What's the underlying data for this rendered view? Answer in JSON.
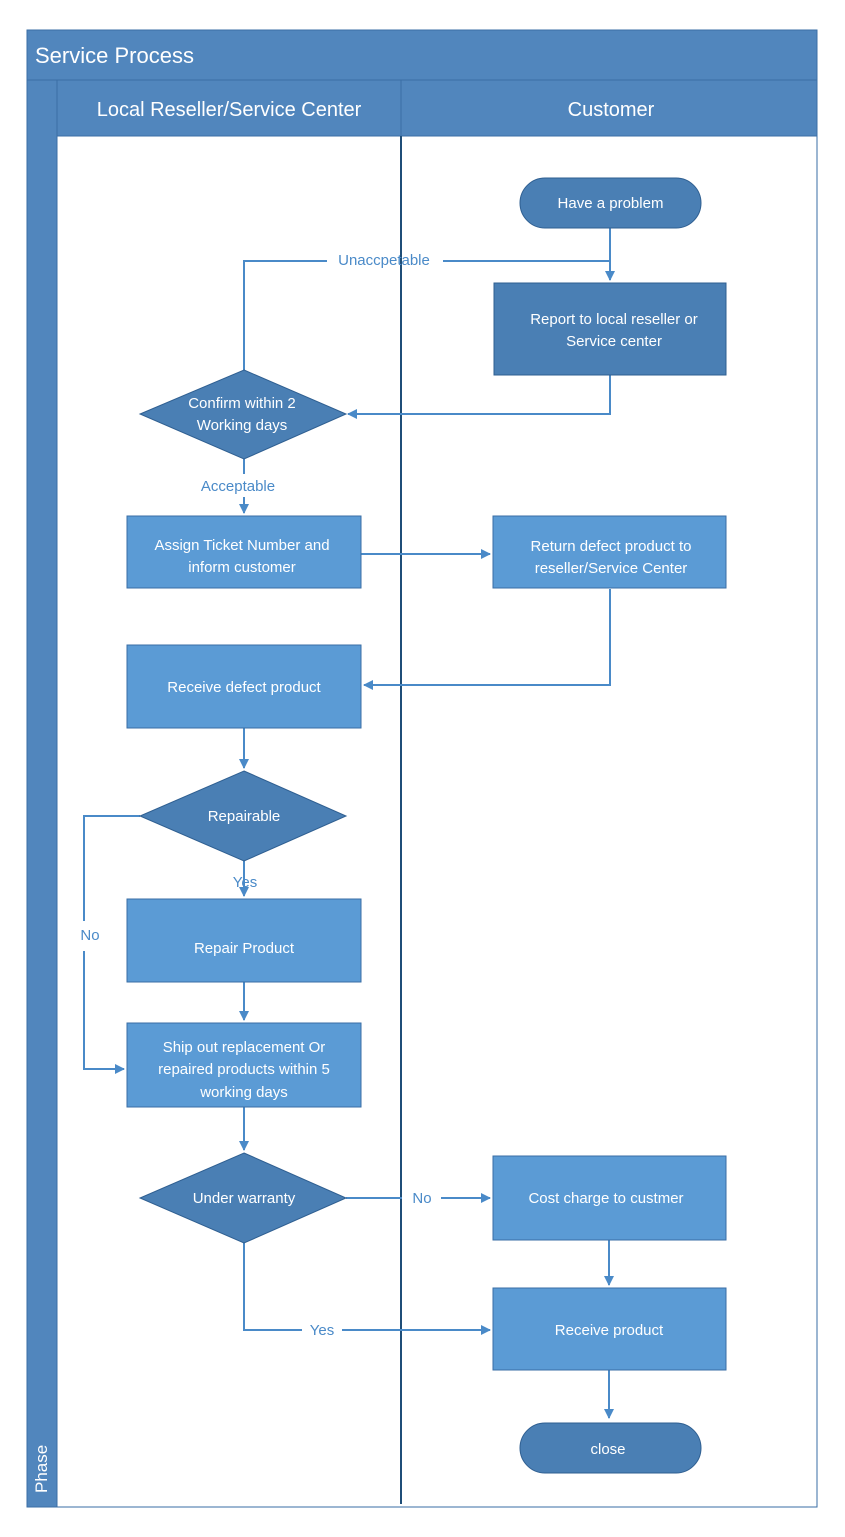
{
  "title": "Service Process",
  "phase_label": "Phase",
  "lanes": [
    "Local Reseller/Service Center",
    "Customer"
  ],
  "colors": {
    "header": "#5186bd",
    "terminator": "#4a7fb4",
    "process": "#5b9bd5",
    "decision": "#4a7fb4",
    "border": "#3a6ea5",
    "edge": "#4a8ac8",
    "divider": "#1f4e78"
  },
  "nodes": {
    "have_problem": "Have a problem",
    "report": [
      "Report to local reseller or",
      "Service center"
    ],
    "confirm": [
      "Confirm within 2",
      "Working days"
    ],
    "assign": [
      "Assign Ticket Number and",
      "inform customer"
    ],
    "return_defect": [
      "Return defect product to",
      "reseller/Service Center"
    ],
    "receive_defect": "Receive defect product",
    "repairable": "Repairable",
    "repair": "Repair Product",
    "ship": [
      "Ship out replacement Or",
      "repaired products within 5",
      "working days"
    ],
    "warranty": "Under warranty",
    "cost": "Cost charge to custmer",
    "receive_product": "Receive product",
    "close": "close"
  },
  "edge_labels": {
    "unacceptable": "Unaccpetable",
    "acceptable": "Acceptable",
    "yes_repair": "Yes",
    "no_repair": "No",
    "no_warranty": "No",
    "yes_warranty": "Yes"
  }
}
